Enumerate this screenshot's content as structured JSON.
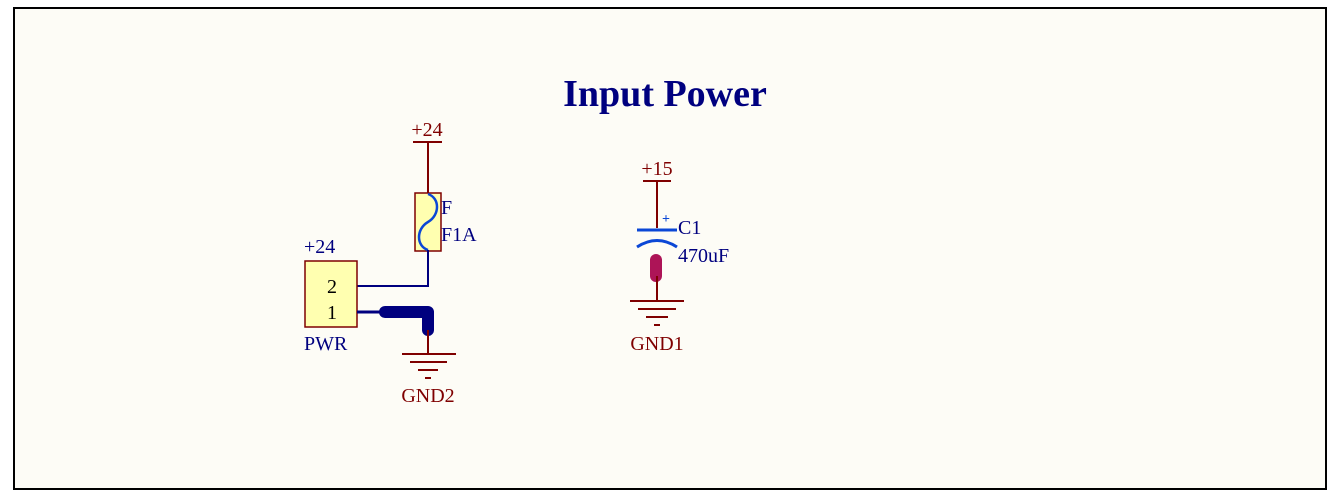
{
  "sheet": {
    "title": "Input Power"
  },
  "power_ports": {
    "top_plus24": "+24",
    "connector_plus24": "+24",
    "plus15": "+15"
  },
  "fuse": {
    "designator": "F",
    "value": "F1A"
  },
  "connector": {
    "name": "PWR",
    "pin2": "2",
    "pin1": "1"
  },
  "capacitor": {
    "designator": "C1",
    "value": "470uF",
    "polarity_mark": "+"
  },
  "grounds": {
    "gnd1": "GND1",
    "gnd2": "GND2"
  },
  "colors": {
    "sheet_background": "#fdfcf6",
    "border": "#000000",
    "title": "#00007f",
    "wire": "#00007f",
    "power_net": "#7f0000",
    "component_body": "#ffffb0",
    "component_outline": "#7f0000",
    "component_text": "#00007f",
    "highlight_wire": "#ad1457"
  }
}
